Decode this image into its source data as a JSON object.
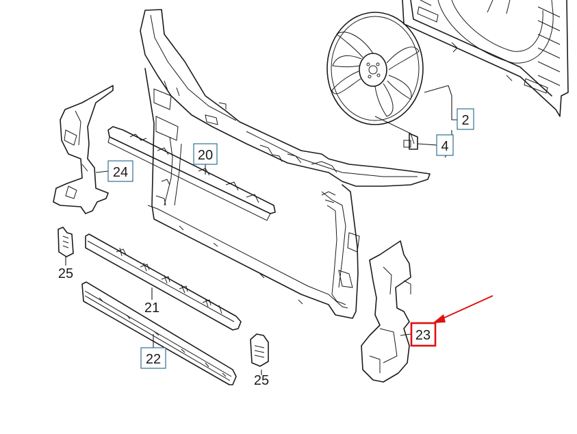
{
  "diagram": {
    "callouts": [
      {
        "id": "c2",
        "label": "2",
        "boxed": true,
        "highlight": false
      },
      {
        "id": "c4",
        "label": "4",
        "boxed": true,
        "highlight": false
      },
      {
        "id": "c20",
        "label": "20",
        "boxed": true,
        "highlight": false
      },
      {
        "id": "c24",
        "label": "24",
        "boxed": true,
        "highlight": false
      },
      {
        "id": "c25a",
        "label": "25",
        "boxed": false,
        "highlight": false
      },
      {
        "id": "c21",
        "label": "21",
        "boxed": false,
        "highlight": false
      },
      {
        "id": "c22",
        "label": "22",
        "boxed": true,
        "highlight": false
      },
      {
        "id": "c25b",
        "label": "25",
        "boxed": false,
        "highlight": false
      },
      {
        "id": "c23",
        "label": "23",
        "boxed": true,
        "highlight": true
      }
    ],
    "colors": {
      "box_border": "#2f6f8f",
      "highlight": "#e01010",
      "line": "#1a1a1a",
      "background": "#ffffff"
    }
  }
}
